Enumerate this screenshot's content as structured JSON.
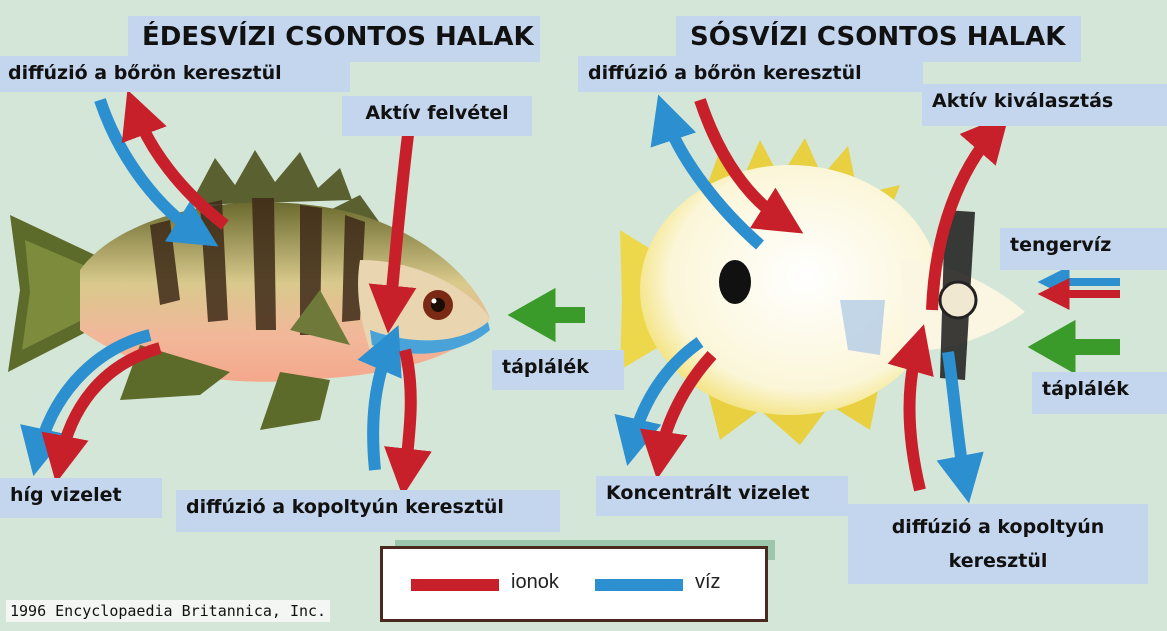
{
  "left": {
    "title": "ÉDESVÍZI CSONTOS HALAK",
    "skin_diffusion": "diffúzió a bőrön keresztül",
    "active_uptake": "Aktív felvétel",
    "food": "táplálék",
    "dilute_urine": "híg vizelet",
    "gill_diffusion": "diffúzió a kopoltyún keresztül"
  },
  "right": {
    "title": "SÓSVÍZI CSONTOS HALAK",
    "skin_diffusion": "diffúzió a bőrön keresztül",
    "active_excretion": "Aktív kiválasztás",
    "seawater": "tengervíz",
    "food": "táplálék",
    "concentrated_urine": "Koncentrált vizelet",
    "gill_diffusion": "diffúzió a kopoltyún keresztül"
  },
  "legend": {
    "ions": "ionok",
    "water": "víz"
  },
  "copyright": "1996 Encyclopaedia Britannica, Inc.",
  "colors": {
    "ions": "#c8202a",
    "water": "#2b8fd0",
    "food": "#3a9a2a",
    "label_background": "#c4d6ee"
  }
}
